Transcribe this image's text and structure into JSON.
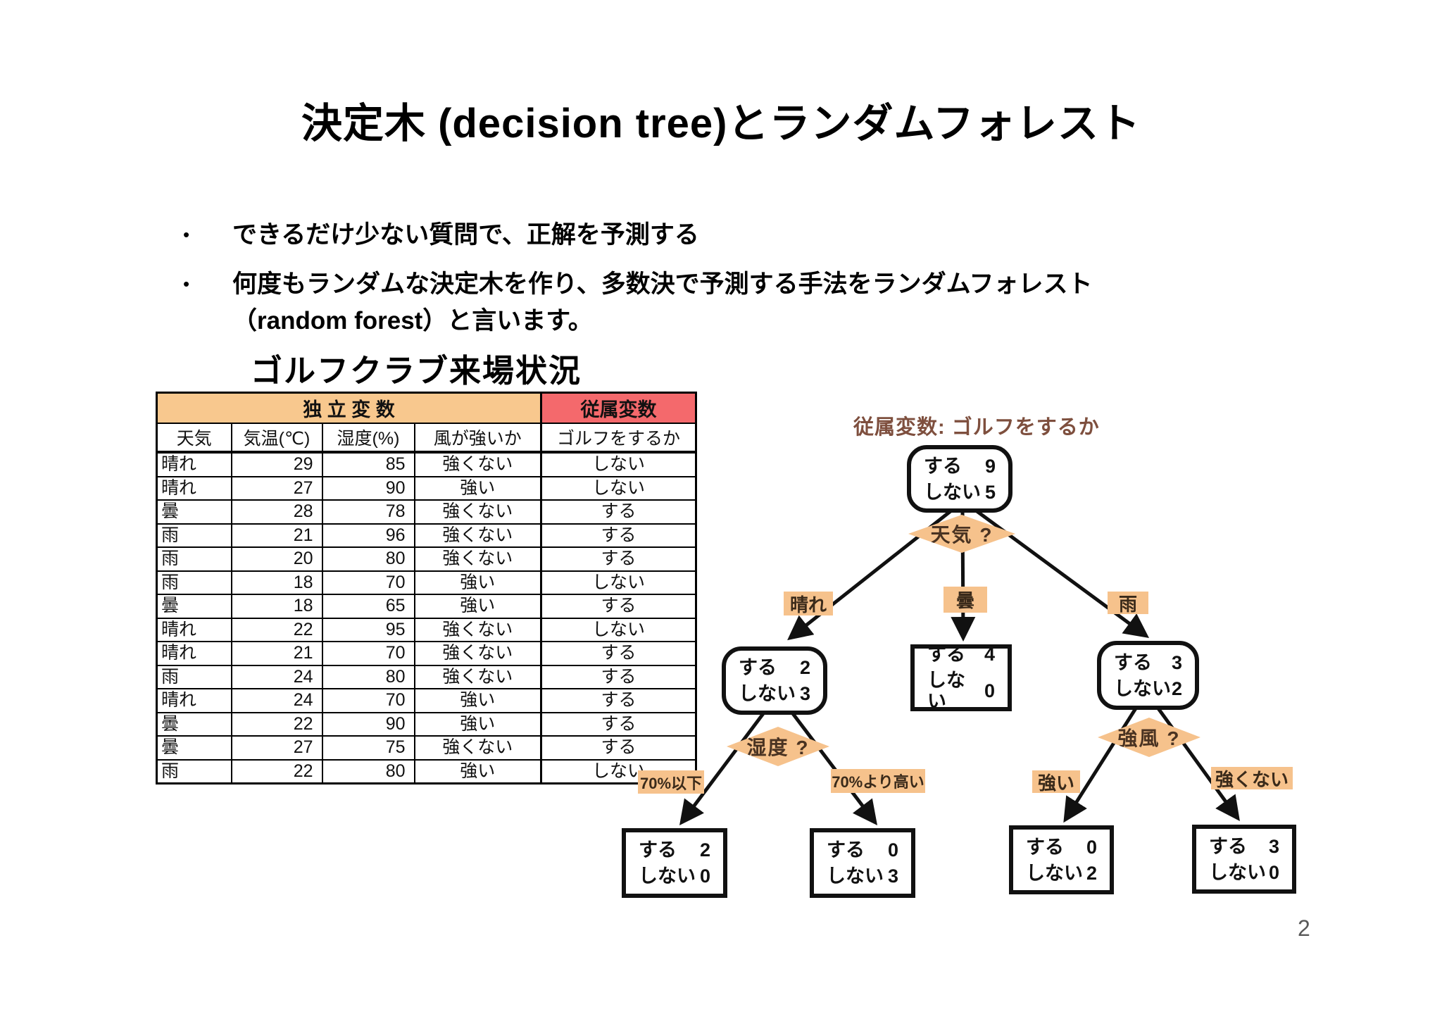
{
  "slide": {
    "title": "決定木 (decision tree)とランダムフォレスト",
    "bullet_marker": "•",
    "bullet1": "できるだけ少ない質問で、正解を予測する",
    "bullet2_line1": "何度もランダムな決定木を作り、多数決で予測する手法をランダムフォレスト",
    "bullet2_line2": "（random forest）と言います。",
    "page_number": "2"
  },
  "table": {
    "title": "ゴルフクラブ来場状況",
    "group_headers": {
      "independent": "独 立 変 数",
      "dependent": "従属変数"
    },
    "columns": [
      "天気",
      "気温(℃)",
      "湿度(%)",
      "風が強いか",
      "ゴルフをするか"
    ],
    "rows": [
      [
        "晴れ",
        "29",
        "85",
        "強くない",
        "しない"
      ],
      [
        "晴れ",
        "27",
        "90",
        "強い",
        "しない"
      ],
      [
        "曇",
        "28",
        "78",
        "強くない",
        "する"
      ],
      [
        "雨",
        "21",
        "96",
        "強くない",
        "する"
      ],
      [
        "雨",
        "20",
        "80",
        "強くない",
        "する"
      ],
      [
        "雨",
        "18",
        "70",
        "強い",
        "しない"
      ],
      [
        "曇",
        "18",
        "65",
        "強い",
        "する"
      ],
      [
        "晴れ",
        "22",
        "95",
        "強くない",
        "しない"
      ],
      [
        "晴れ",
        "21",
        "70",
        "強くない",
        "する"
      ],
      [
        "雨",
        "24",
        "80",
        "強くない",
        "する"
      ],
      [
        "晴れ",
        "24",
        "70",
        "強い",
        "する"
      ],
      [
        "曇",
        "22",
        "90",
        "強い",
        "する"
      ],
      [
        "曇",
        "27",
        "75",
        "強くない",
        "する"
      ],
      [
        "雨",
        "22",
        "80",
        "強い",
        "しない"
      ]
    ]
  },
  "tree": {
    "caption": "従属変数: ゴルフをするか",
    "do_label": "する",
    "dont_label": "しない",
    "decisions": {
      "weather": "天気 ?",
      "humidity": "湿度 ?",
      "wind": "強風 ?"
    },
    "branches": {
      "sunny": "晴れ",
      "cloudy": "曇",
      "rain": "雨",
      "humidity_low": "70%以下",
      "humidity_high": "70%より高い",
      "wind_strong": "強い",
      "wind_not_strong": "強くない"
    },
    "nodes": {
      "root": {
        "do": "9",
        "dont": "5"
      },
      "sunny": {
        "do": "2",
        "dont": "3"
      },
      "cloudy": {
        "do": "4",
        "dont": "0"
      },
      "rain": {
        "do": "3",
        "dont": "2"
      },
      "humidity_low": {
        "do": "2",
        "dont": "0"
      },
      "humidity_high": {
        "do": "0",
        "dont": "3"
      },
      "wind_strong": {
        "do": "0",
        "dont": "2"
      },
      "wind_not_strong": {
        "do": "3",
        "dont": "0"
      }
    }
  },
  "colors": {
    "orange": "#F6C28C",
    "red": "#F4696C",
    "brown_caption": "#7E4F3E",
    "page_number_gray": "#595959"
  }
}
